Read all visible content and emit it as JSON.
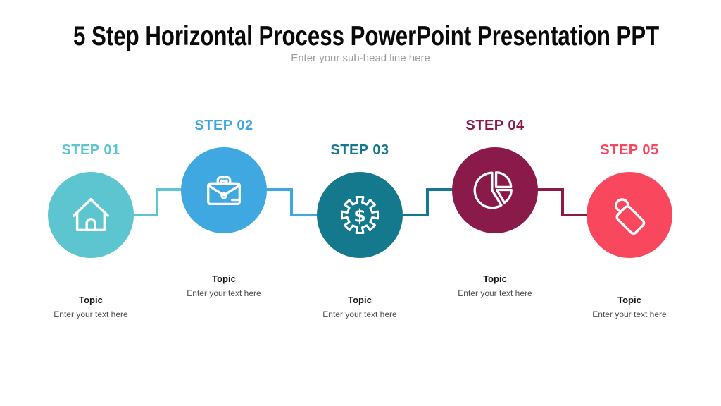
{
  "title": "5 Step Horizontal Process PowerPoint Presentation PPT",
  "subtitle": "Enter your sub-head line here",
  "steps": [
    {
      "label": "STEP 01",
      "icon": "home-icon",
      "color": "#5CC5CF",
      "topic": "Topic",
      "desc": "Enter your text here",
      "position": "low"
    },
    {
      "label": "STEP 02",
      "icon": "briefcase-icon",
      "color": "#3FA8E0",
      "topic": "Topic",
      "desc": "Enter your text here",
      "position": "high"
    },
    {
      "label": "STEP 03",
      "icon": "gear-dollar-icon",
      "color": "#15798E",
      "topic": "Topic",
      "desc": "Enter your text here",
      "position": "low"
    },
    {
      "label": "STEP 04",
      "icon": "pie-chart-icon",
      "color": "#8A1A4A",
      "topic": "Topic",
      "desc": "Enter your text here",
      "position": "high"
    },
    {
      "label": "STEP 05",
      "icon": "tag-icon",
      "color": "#F9475E",
      "topic": "Topic",
      "desc": "Enter your text here",
      "position": "low"
    }
  ],
  "colors": {
    "background": "#FFFFFF",
    "title_text": "#0A0A0A",
    "subtitle_text": "#9C9EA1",
    "topic_text": "#161616",
    "desc_text": "#4D4D4F"
  }
}
